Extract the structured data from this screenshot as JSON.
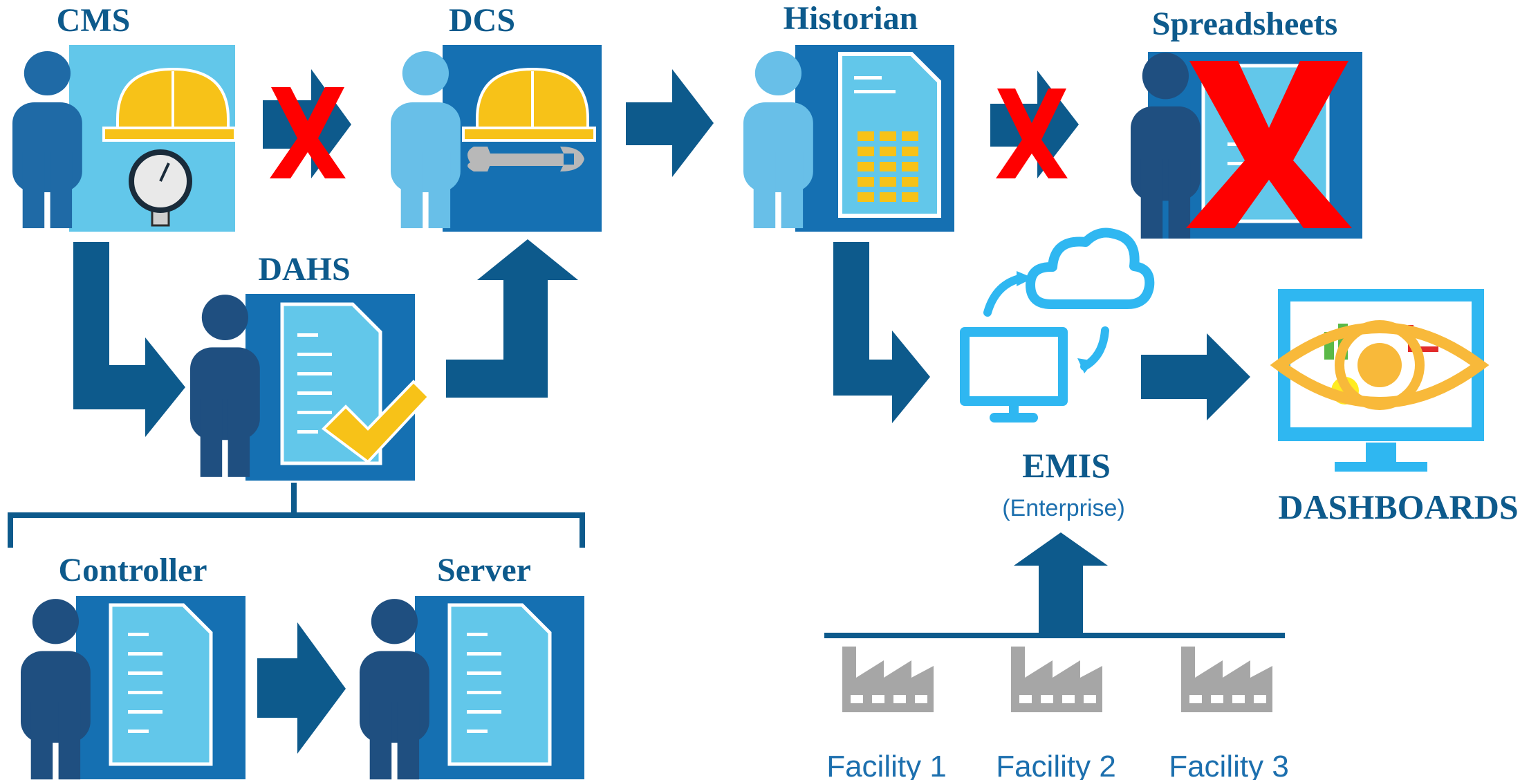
{
  "labels": {
    "cms": "CMS",
    "dcs": "DCS",
    "historian": "Historian",
    "spreadsheets": "Spreadsheets",
    "dahs": "DAHS",
    "controller": "Controller",
    "server": "Server",
    "emis": "EMIS",
    "emis_sub": "(Enterprise)",
    "dashboards": "DASHBOARDS",
    "facility1": "Facility 1",
    "facility2": "Facility 2",
    "facility3": "Facility 3"
  },
  "colors": {
    "dark_blue": "#1570b2",
    "light_blue": "#62c7ea",
    "person_dark": "#1f6aa6",
    "person_light": "#68bfe8",
    "arrow": "#0d5a8c",
    "label": "#0d5a8c",
    "red_x": "#ff0000",
    "hardhat": "#f7c218",
    "checkmark": "#f7c218",
    "emis_icon": "#2fb7f1",
    "factory": "#a6a6a6"
  },
  "icons": [
    "cms-icon",
    "dcs-icon",
    "historian-icon",
    "spreadsheets-icon",
    "dahs-icon",
    "controller-icon",
    "server-icon",
    "emis-cloud-computer-icon",
    "dashboard-eye-monitor-icon",
    "factory-icon"
  ]
}
